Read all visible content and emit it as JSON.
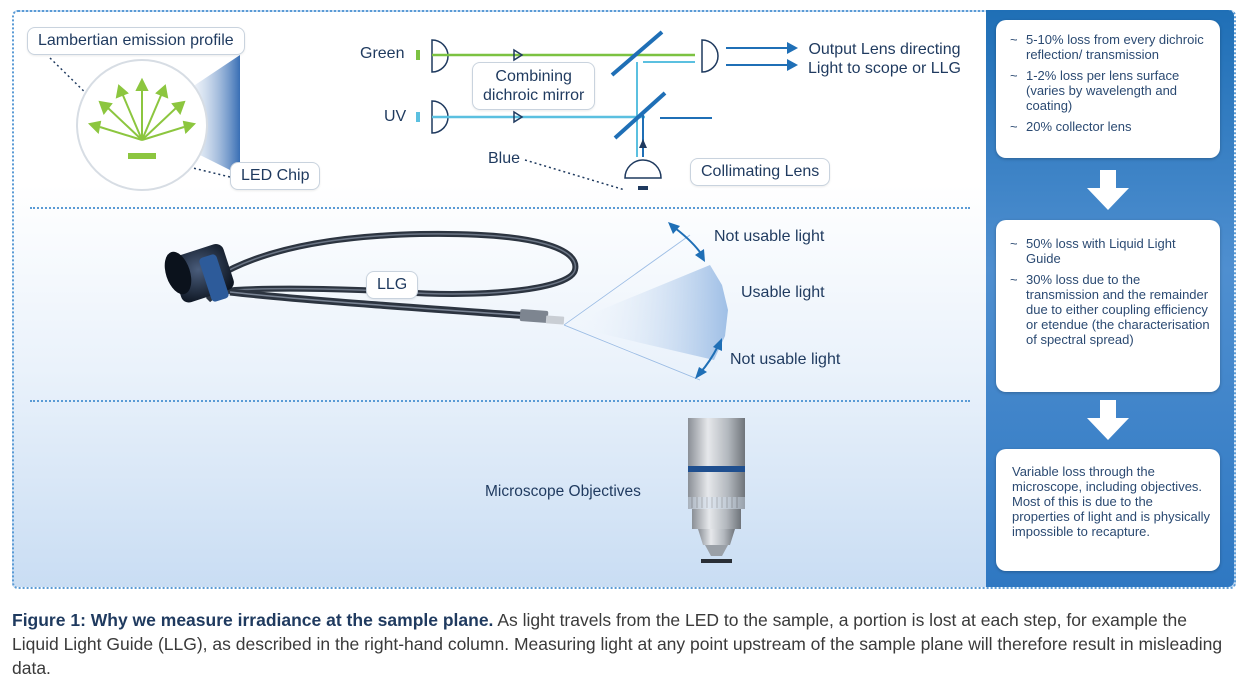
{
  "panel1": {
    "lambertian_label": "Lambertian emission profile",
    "led_chip_label": "LED Chip",
    "green_label": "Green",
    "uv_label": "UV",
    "blue_label": "Blue",
    "combining_mirror_line1": "Combining",
    "combining_mirror_line2": "dichroic mirror",
    "output_lens_line1": "Output Lens directing",
    "output_lens_line2": "Light to scope or LLG",
    "collimating_lens_label": "Collimating Lens"
  },
  "panel2": {
    "llg_label": "LLG",
    "not_usable_top": "Not usable light",
    "usable": "Usable light",
    "not_usable_bottom": "Not usable light"
  },
  "panel3": {
    "microscope_label": "Microscope Objectives"
  },
  "right_column": {
    "box1_items": [
      "5-10% loss from every dichroic reflection/ transmission",
      "1-2% loss per lens surface (varies by wavelength and coating)",
      "20% collector lens"
    ],
    "box2_items": [
      "50% loss with Liquid Light Guide",
      "30% loss due to the transmission and the remainder due to either coupling efficiency or etendue (the characterisation of spectral spread)"
    ],
    "box3_text": "Variable loss through the microscope, including objectives. Most of this is due to the properties of light and is physically impossible to recapture."
  },
  "caption": {
    "bold": "Figure 1: Why we measure irradiance at the sample plane.",
    "text": " As light travels from the LED to the sample, a portion is lost at each step, for example the Liquid Light Guide (LLG), as described in the right-hand column. Measuring light at any point upstream of the sample plane will therefore result in misleading data."
  },
  "colors": {
    "green": "#7cc242",
    "uv": "#5bc0e0",
    "blue": "#1f6fb6",
    "accent": "#1f3a5f"
  }
}
